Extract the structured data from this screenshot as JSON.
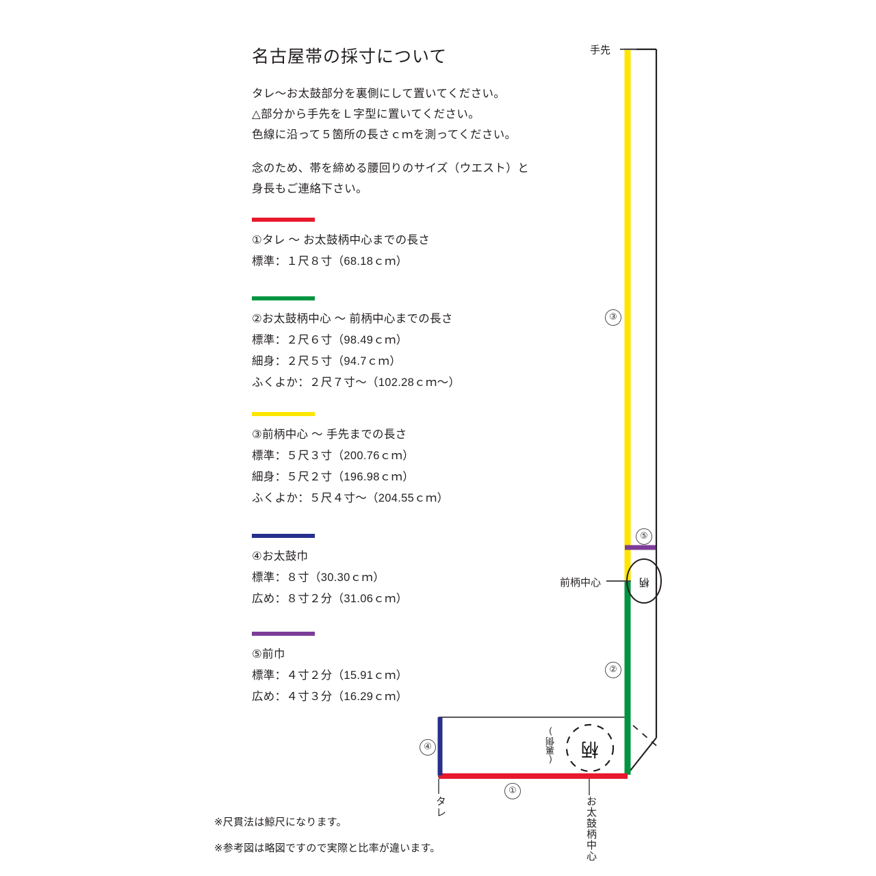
{
  "title": "名古屋帯の採寸について",
  "intro": {
    "lines": [
      "タレ〜お太鼓部分を裏側にして置いてください。",
      "△部分から手先をＬ字型に置いてください。",
      "色線に沿って５箇所の長さｃｍを測ってください。"
    ]
  },
  "intro2": {
    "lines": [
      "念のため、帯を締める腰回りのサイズ（ウエスト）と",
      "身長もご連絡下さい。"
    ]
  },
  "sections": [
    {
      "id": "1",
      "color": "#e8192c",
      "heading": "①タレ 〜 お太鼓柄中心までの長さ",
      "rows": [
        "標準：１尺８寸（68.18ｃｍ）"
      ]
    },
    {
      "id": "2",
      "color": "#00953f",
      "heading": "②お太鼓柄中心 〜 前柄中心までの長さ",
      "rows": [
        "標準：２尺６寸（98.49ｃｍ）",
        "細身：２尺５寸（94.7ｃｍ）",
        "ふくよか：２尺７寸〜（102.28ｃｍ〜）"
      ]
    },
    {
      "id": "3",
      "color": "#ffe500",
      "heading": "③前柄中心 〜 手先までの長さ",
      "rows": [
        "標準：５尺３寸（200.76ｃｍ）",
        "細身：５尺２寸（196.98ｃｍ）",
        "ふくよか：５尺４寸〜（204.55ｃｍ）"
      ]
    },
    {
      "id": "4",
      "color": "#27308c",
      "heading": "④お太鼓巾",
      "rows": [
        "標準：８寸（30.30ｃｍ）",
        "広め：８寸２分（31.06ｃｍ）"
      ]
    },
    {
      "id": "5",
      "color": "#7d3c98",
      "heading": "⑤前巾",
      "rows": [
        "標準：４寸２分（15.91ｃｍ）",
        "広め：４寸３分（16.29ｃｍ）"
      ]
    }
  ],
  "notes": [
    "※尺貫法は鯨尺になります。",
    "※参考図は略図ですので実際と比率が違います。"
  ],
  "diagram": {
    "tesaki_label": "手先",
    "maegara_label": "前柄中心",
    "tare_label": "タレ",
    "otaiko_center_label": "お太鼓柄中心",
    "pattern_label": "柄",
    "front_pattern_label": "柄",
    "back_side_label": "(裏側)",
    "markers": {
      "m1": "①",
      "m2": "②",
      "m3": "③",
      "m4": "④",
      "m5": "⑤"
    }
  },
  "colors": {
    "red": "#e8192c",
    "green": "#00953f",
    "yellow": "#ffe500",
    "blue": "#27308c",
    "purple": "#7d3c98",
    "outline": "#231f20"
  }
}
